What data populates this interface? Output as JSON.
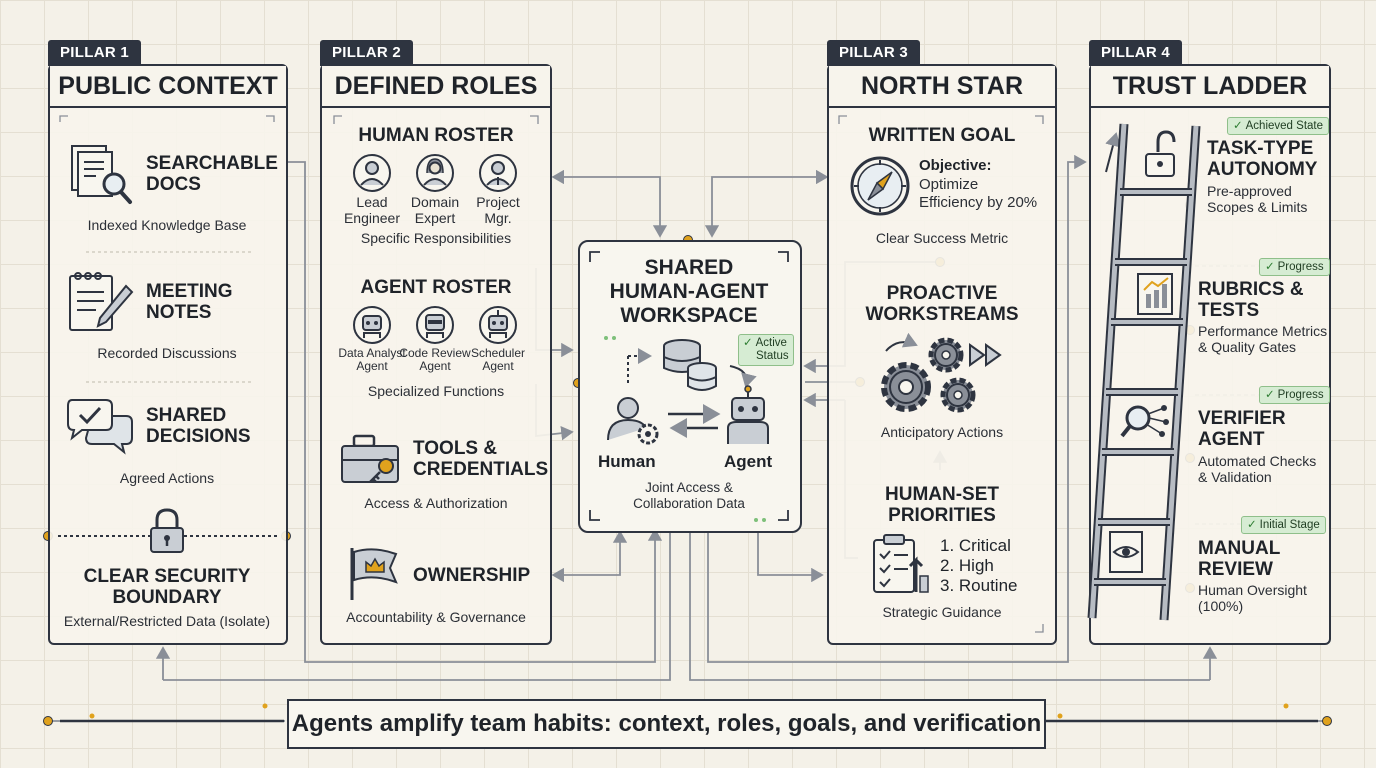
{
  "pillars": [
    {
      "tab": "PILLAR 1",
      "title": "PUBLIC CONTEXT",
      "items": [
        {
          "title_lines": [
            "SEARCHABLE",
            "DOCS"
          ],
          "caption": "Indexed Knowledge Base"
        },
        {
          "title_lines": [
            "MEETING",
            "NOTES"
          ],
          "caption": "Recorded Discussions"
        },
        {
          "title_lines": [
            "SHARED",
            "DECISIONS"
          ],
          "caption": "Agreed Actions"
        }
      ],
      "boundary": {
        "title_lines": [
          "CLEAR SECURITY",
          "BOUNDARY"
        ],
        "caption": "External/Restricted Data (Isolate)"
      }
    },
    {
      "tab": "PILLAR 2",
      "title": "DEFINED ROLES",
      "human_roster": {
        "title": "HUMAN ROSTER",
        "people": [
          {
            "line1": "Lead",
            "line2": "Engineer"
          },
          {
            "line1": "Domain",
            "line2": "Expert"
          },
          {
            "line1": "Project",
            "line2": "Mgr."
          }
        ],
        "caption": "Specific Responsibilities"
      },
      "agent_roster": {
        "title": "AGENT ROSTER",
        "agents": [
          {
            "line1": "Data Analyst",
            "line2": "Agent"
          },
          {
            "line1": "Code Review",
            "line2": "Agent"
          },
          {
            "line1": "Scheduler",
            "line2": "Agent"
          }
        ],
        "caption": "Specialized Functions"
      },
      "tools": {
        "title_lines": [
          "TOOLS &",
          "CREDENTIALS"
        ],
        "caption": "Access & Authorization"
      },
      "ownership": {
        "title": "OWNERSHIP",
        "caption": "Accountability & Governance"
      }
    },
    {
      "tab": "PILLAR 3",
      "title": "NORTH STAR",
      "goal": {
        "title": "WRITTEN GOAL",
        "objective_label": "Objective:",
        "objective_lines": [
          "Optimize",
          "Efficiency by 20%"
        ],
        "caption": "Clear Success Metric"
      },
      "workstreams": {
        "title_lines": [
          "PROACTIVE",
          "WORKSTREAMS"
        ],
        "caption": "Anticipatory Actions"
      },
      "priorities": {
        "title_lines": [
          "HUMAN-SET",
          "PRIORITIES"
        ],
        "list": [
          "1. Critical",
          "2. High",
          "3. Routine"
        ],
        "caption": "Strategic Guidance"
      }
    },
    {
      "tab": "PILLAR 4",
      "title": "TRUST LADDER",
      "rungs": [
        {
          "badge": "Achieved State",
          "title_lines": [
            "TASK-TYPE",
            "AUTONOMY"
          ],
          "caption_lines": [
            "Pre-approved",
            "Scopes & Limits"
          ]
        },
        {
          "badge": "Progress",
          "title_lines": [
            "RUBRICS &",
            "TESTS"
          ],
          "caption_lines": [
            "Performance Metrics",
            "& Quality Gates"
          ]
        },
        {
          "badge": "Progress",
          "title_lines": [
            "VERIFIER",
            "AGENT"
          ],
          "caption_lines": [
            "Automated Checks",
            "& Validation"
          ]
        },
        {
          "badge": "Initial Stage",
          "title_lines": [
            "MANUAL",
            "REVIEW"
          ],
          "caption_lines": [
            "Human Oversight",
            "(100%)"
          ]
        }
      ]
    }
  ],
  "workspace": {
    "title_lines": [
      "SHARED",
      "HUMAN-AGENT",
      "WORKSPACE"
    ],
    "badge_lines": [
      "Active",
      "Status"
    ],
    "human_label": "Human",
    "agent_label": "Agent",
    "caption_lines": [
      "Joint Access &",
      "Collaboration Data"
    ]
  },
  "footer": {
    "text": "Agents amplify team habits: context, roles, goals, and verification"
  },
  "colors": {
    "ink": "#2e3440",
    "accent": "#e0a21d",
    "badge_bg": "#d6ecd3",
    "connector": "#8a8f98",
    "background": "#f4f1e8"
  }
}
